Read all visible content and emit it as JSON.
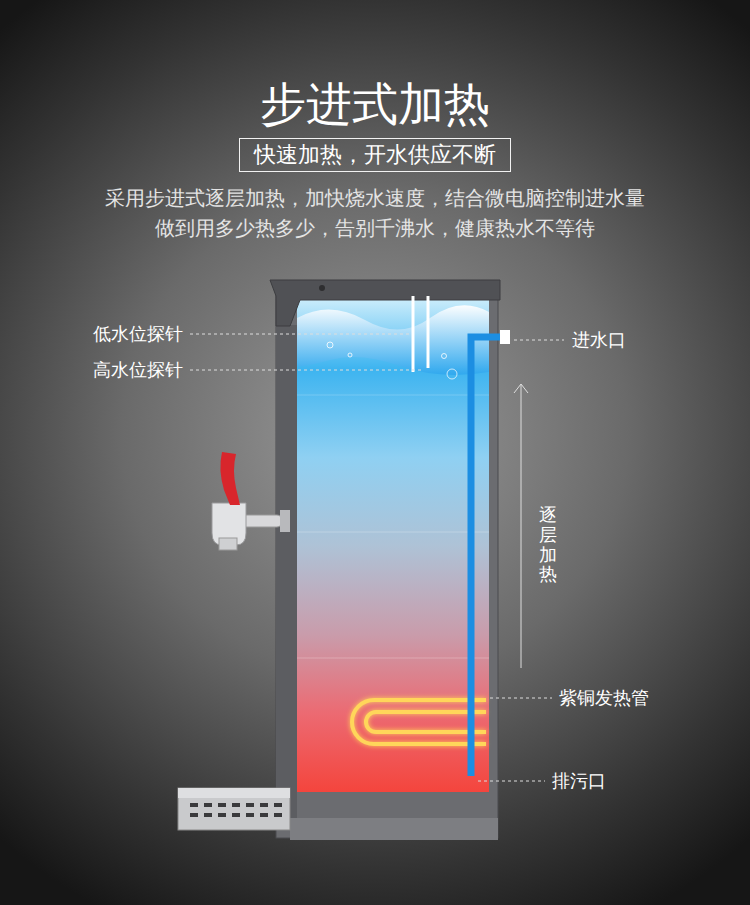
{
  "diagram": {
    "title": "步进式加热",
    "caption": "采用步进式逐层加热，加快烧水速度，结合微电脑控制进水量 做到用多少热多少，告别千沸水，健康热水不等待",
    "nodes": [
      {
        "text": [
          "快速加热，开水供应不断"
        ]
      }
    ],
    "labels": [
      "低水位探针",
      "高水位探针",
      "进水口",
      "逐层加热",
      "紫铜发热管",
      "排污口"
    ]
  }
}
